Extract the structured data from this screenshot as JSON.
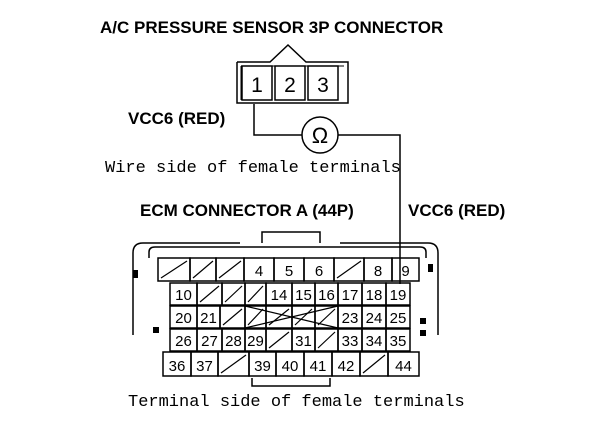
{
  "title": "A/C PRESSURE SENSOR 3P CONNECTOR",
  "sensor_connector": {
    "pins": [
      "1",
      "2",
      "3"
    ]
  },
  "wire_left_label": "VCC6 (RED)",
  "wire_right_label": "VCC6 (RED)",
  "ohmmeter_symbol": "Ω",
  "sensor_caption": "Wire side of female terminals",
  "ecm_title": "ECM CONNECTOR A (44P)",
  "ecm_caption": "Terminal side of female terminals",
  "ecm_rows": [
    [
      "",
      "",
      "",
      "4",
      "5",
      "6",
      "",
      "8",
      "9"
    ],
    [
      "10",
      "",
      "",
      "",
      "14",
      "15",
      "16",
      "17",
      "18",
      "19"
    ],
    [
      "20",
      "21",
      "",
      "",
      "",
      "",
      "",
      "23",
      "24",
      "25"
    ],
    [
      "26",
      "27",
      "28",
      "29",
      "",
      "31",
      "",
      "33",
      "34",
      "35"
    ],
    [
      "36",
      "37",
      "",
      "39",
      "40",
      "41",
      "42",
      "",
      "44"
    ]
  ]
}
